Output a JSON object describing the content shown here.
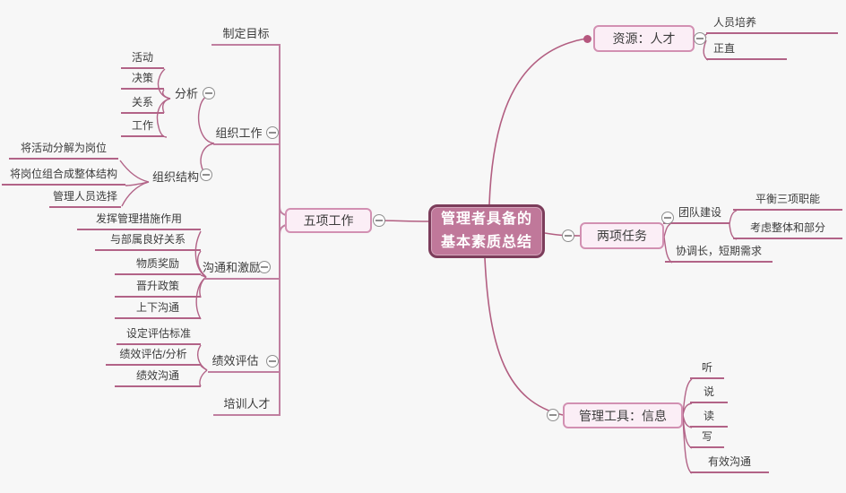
{
  "colors": {
    "canvas_bg": "#f7f7f7",
    "central_fill": "#c0789a",
    "central_border": "#7c3d5b",
    "central_text": "#ffffff",
    "topic_fill": "#fbeef6",
    "topic_border": "#d290b2",
    "branch_line": "#c07fa0",
    "connector": "#b26387",
    "text": "#3c3c3c"
  },
  "icons": {
    "collapse": "minus-circle",
    "branch_dot": "filled-circle"
  },
  "mindmap": {
    "root": {
      "line1": "管理者具备的",
      "line2": "基本素质总结"
    },
    "left": {
      "topic": "五项工作",
      "children": [
        {
          "label": "制定目标"
        },
        {
          "label": "组织工作",
          "children": [
            {
              "label": "分析",
              "children": [
                {
                  "label": "活动"
                },
                {
                  "label": "决策"
                },
                {
                  "label": "关系"
                },
                {
                  "label": "工作"
                }
              ]
            },
            {
              "label": "组织结构",
              "children": [
                {
                  "label": "将活动分解为岗位"
                },
                {
                  "label": "将岗位组合成整体结构"
                },
                {
                  "label": "管理人员选择"
                }
              ]
            }
          ]
        },
        {
          "label": "沟通和激励",
          "children": [
            {
              "label": "发挥管理措施作用"
            },
            {
              "label": "与部属良好关系"
            },
            {
              "label": "物质奖励"
            },
            {
              "label": "晋升政策"
            },
            {
              "label": "上下沟通"
            }
          ]
        },
        {
          "label": "绩效评估",
          "children": [
            {
              "label": "设定评估标准"
            },
            {
              "label": "绩效评估/分析"
            },
            {
              "label": "绩效沟通"
            }
          ]
        },
        {
          "label": "培训人才"
        }
      ]
    },
    "right": [
      {
        "topic": "资源：人才",
        "children": [
          {
            "label": "人员培养"
          },
          {
            "label": "正直"
          }
        ]
      },
      {
        "topic": "两项任务",
        "children": [
          {
            "label": "团队建设",
            "children": [
              {
                "label": "平衡三项职能"
              },
              {
                "label": "考虑整体和部分"
              }
            ]
          },
          {
            "label": "协调长，短期需求"
          }
        ]
      },
      {
        "topic": "管理工具：信息",
        "children": [
          {
            "label": "听"
          },
          {
            "label": "说"
          },
          {
            "label": "读"
          },
          {
            "label": "写"
          },
          {
            "label": "有效沟通"
          }
        ]
      }
    ]
  }
}
